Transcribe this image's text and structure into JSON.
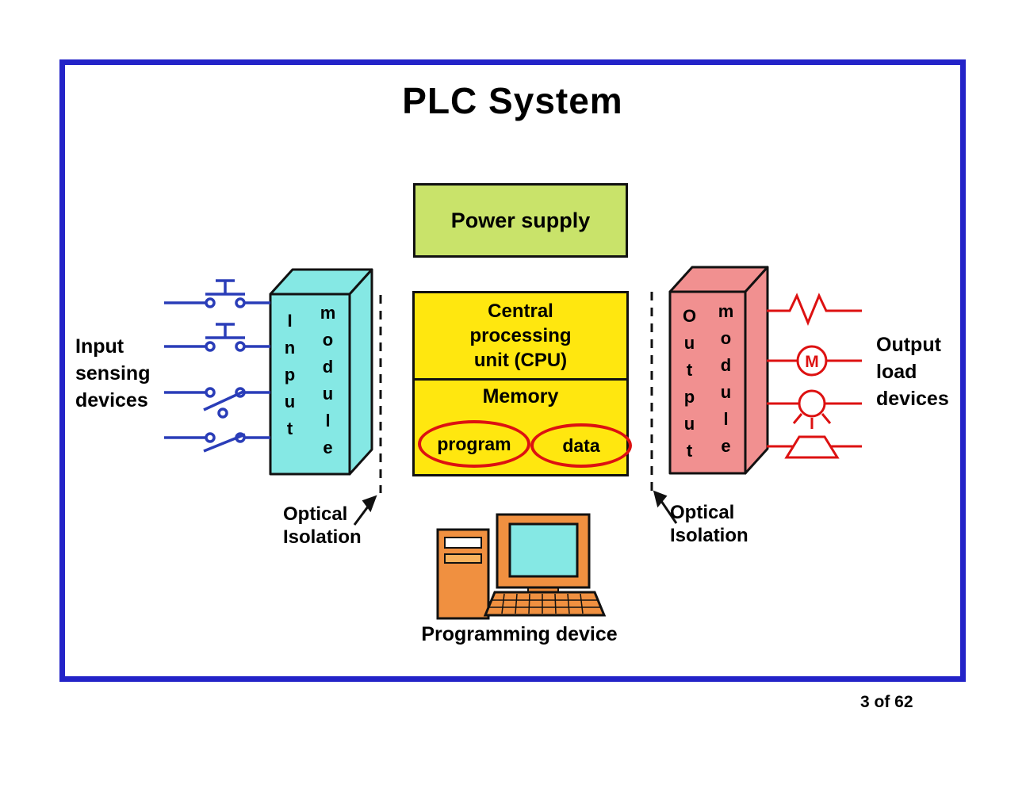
{
  "slide": {
    "title": "PLC System",
    "page_indicator": "3 of 62"
  },
  "power_supply": {
    "label": "Power supply"
  },
  "cpu": {
    "title_line1": "Central",
    "title_line2": "processing",
    "title_line3": "unit (CPU)",
    "memory": {
      "label": "Memory",
      "program": "program",
      "data": "data"
    }
  },
  "input_module": {
    "word1": "Input",
    "word2": "module"
  },
  "output_module": {
    "word1": "Output",
    "word2": "module"
  },
  "input_devices": {
    "line1": "Input",
    "line2": "sensing",
    "line3": "devices"
  },
  "output_devices": {
    "line1": "Output",
    "line2": "load",
    "line3": "devices",
    "motor_label": "M"
  },
  "optical_isolation": {
    "line1": "Optical",
    "line2": "Isolation"
  },
  "programming_device": {
    "label": "Programming device"
  },
  "colors": {
    "frame_blue": "#2323c8",
    "power_supply_green": "#c9e36a",
    "cpu_yellow": "#ffe70f",
    "input_module_cyan": "#85e8e4",
    "output_module_salmon": "#f19090",
    "device_orange": "#f09040",
    "circuit_blue": "#2a3db8",
    "circuit_red": "#dd1111"
  }
}
